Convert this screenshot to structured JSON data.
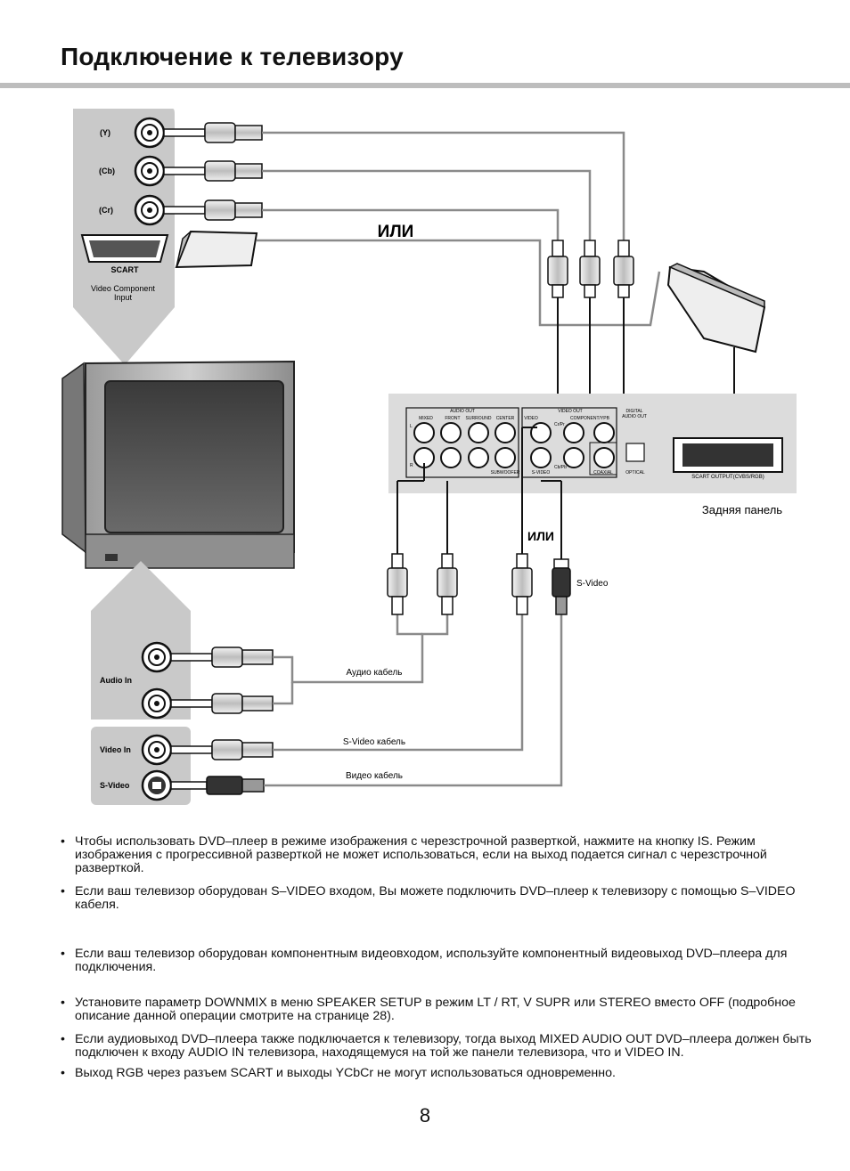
{
  "header": {
    "title": "Подключение к телевизору"
  },
  "diagram": {
    "tv_panel_top": {
      "jack_y": "(Y)",
      "jack_cb": "(Cb)",
      "jack_cr": "(Cr)",
      "scart": "SCART",
      "component_line1": "Video Component",
      "component_line2": "Input"
    },
    "or_top": "ИЛИ",
    "or_bottom": "ИЛИ",
    "rear_panel": {
      "caption": "Задняя панель",
      "audio_out": "AUDIO OUT",
      "mixed": "MIXED",
      "front": "FRONT",
      "surround": "SURROUND",
      "center": "CENTER",
      "subwoofer": "SUBWOOFER",
      "video_out": "VIDEO OUT",
      "video": "VIDEO",
      "component": "COMPONENT/YPB",
      "s_video": "S-VIDEO",
      "digital_audio_out_1": "DIGITAL",
      "digital_audio_out_2": "AUDIO OUT",
      "coaxial": "COAXIAL",
      "optical": "OPTICAL",
      "scart_output": "SCART OUTPUT(CVBS/RGB)",
      "label_l": "L",
      "label_r": "R",
      "label_crpr": "Cr/Pr",
      "label_cbpb": "Cb/Pb"
    },
    "tv_panel_bottom": {
      "audio_in": "Audio In",
      "video_in": "Video In",
      "s_video": "S-Video"
    },
    "cables": {
      "s_video_plug": "S-Video",
      "audio_cable": "Аудио кабель",
      "s_video_cable": "S-Video кабель",
      "video_cable": "Видео кабель"
    }
  },
  "notes": [
    "Чтобы использовать DVD–плеер в режиме изображения с черезстрочной разверткой, нажмите на кнопку IS. Режим изображения с прогрессивной разверткой не может использоваться, если на выход подается сигнал с черезстрочной разверткой.",
    "Если ваш телевизор оборудован S–VIDEO входом, Вы можете подключить DVD–плеер к телевизору с помощью S–VIDEO кабеля.",
    "Если ваш телевизор оборудован компонентным видеовходом, используйте компонентный видеовыход DVD–плеера для подключения.",
    "Установите параметр DOWNMIX в меню SPEAKER SETUP в режим LT / RT, V SUPR или STEREO вместо OFF (подробное описание данной операции смотрите на странице 28).",
    "Если аудиовыход DVD–плеера также подключается к телевизору, тогда выход MIXED AUDIO OUT DVD–плеера должен быть подключен к входу AUDIO IN телевизора, находящемуся на той же панели телевизора, что и VIDEO IN.",
    "Выход RGB через разъем SCART и выходы YCbCr не могут использоваться одновременно."
  ],
  "footer": {
    "page_number": "8"
  }
}
